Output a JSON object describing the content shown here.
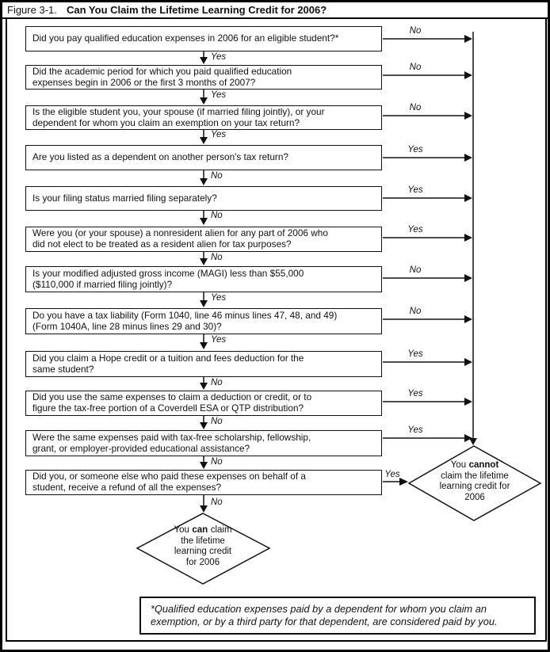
{
  "figure_label": "Figure 3-1.",
  "figure_title": "Can You Claim the Lifetime Learning Credit for 2006?",
  "colors": {
    "ink": "#111111",
    "background": "#ffffff"
  },
  "chart": {
    "questions": [
      {
        "lines": [
          "Did you pay qualified education expenses in 2006 for an eligible student?*"
        ],
        "down_label": "Yes",
        "side_label": "No"
      },
      {
        "lines": [
          "Did the academic period for which you paid qualified education",
          "expenses begin in 2006 or the first 3 months of 2007?"
        ],
        "down_label": "Yes",
        "side_label": "No"
      },
      {
        "lines": [
          "Is the eligible student you, your spouse (if married filing jointly), or your",
          "dependent for whom you claim an exemption on your tax return?"
        ],
        "down_label": "Yes",
        "side_label": "No"
      },
      {
        "lines": [
          "Are you listed as a dependent on another person's tax return?"
        ],
        "down_label": "No",
        "side_label": "Yes"
      },
      {
        "lines": [
          "Is your filing status married filing separately?"
        ],
        "down_label": "No",
        "side_label": "Yes"
      },
      {
        "lines": [
          "Were you (or your spouse) a nonresident alien for any part of 2006 who",
          "did not elect to be treated as a resident alien for tax purposes?"
        ],
        "down_label": "No",
        "side_label": "Yes"
      },
      {
        "lines": [
          "Is your modified adjusted gross income (MAGI) less than $55,000",
          "($110,000 if married filing jointly)?"
        ],
        "down_label": "Yes",
        "side_label": "No"
      },
      {
        "lines": [
          "Do you have a tax liability (Form 1040, line 46 minus lines 47, 48, and 49)",
          "(Form 1040A, line 28 minus lines 29 and 30)?"
        ],
        "down_label": "Yes",
        "side_label": "No"
      },
      {
        "lines": [
          "Did you claim a Hope credit or a tuition and fees deduction for the",
          "same student?"
        ],
        "down_label": "No",
        "side_label": "Yes"
      },
      {
        "lines": [
          "Did you use the same expenses to claim a deduction or credit, or to",
          "figure the tax-free portion of a Coverdell ESA or QTP distribution?"
        ],
        "down_label": "No",
        "side_label": "Yes"
      },
      {
        "lines": [
          "Were the same expenses paid with tax-free scholarship, fellowship,",
          "grant, or employer-provided educational assistance?"
        ],
        "down_label": "No",
        "side_label": "Yes"
      },
      {
        "lines": [
          "Did you, or someone else who paid these expenses on behalf of a",
          "student, receive a refund of all the expenses?"
        ],
        "down_label": "No",
        "side_label": "Yes"
      }
    ],
    "cannot": {
      "l1_pre": "You",
      "l1_bold": "cannot",
      "l2": "claim the lifetime",
      "l3": "learning credit for",
      "l4": "2006"
    },
    "can": {
      "l1_pre": "You",
      "l1_bold": "can",
      "l1_post": "claim",
      "l2": "the lifetime",
      "l3": "learning credit",
      "l4": "for 2006"
    },
    "footnote_lines": [
      "*Qualified education expenses paid by a dependent for whom you claim an",
      "exemption, or by a third party for that dependent, are considered paid by you."
    ]
  }
}
